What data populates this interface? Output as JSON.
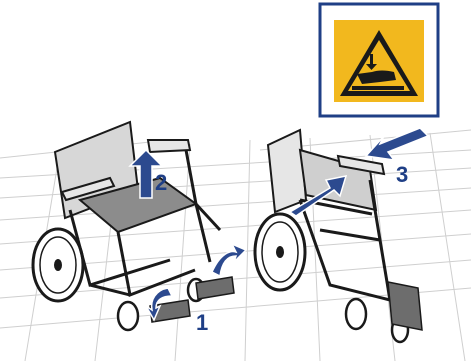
{
  "steps": [
    {
      "number": "1",
      "action": "fold-down-footrests"
    },
    {
      "number": "2",
      "action": "lift-seat"
    },
    {
      "number": "3",
      "action": "push-sides-together"
    }
  ],
  "warning_sign": {
    "icon": "hand-crush-warning-icon"
  },
  "colors": {
    "arrow_blue": "#2c4a8f",
    "step_number_blue": "#1f3f86",
    "warning_frame": "#1f3f86",
    "warning_yellow": "#f2b81e",
    "warning_black": "#1a1a1a",
    "seat_gray": "#8c8c8c",
    "backrest_gray": "#d7d7d7",
    "floor_line": "#c8c8c8"
  }
}
